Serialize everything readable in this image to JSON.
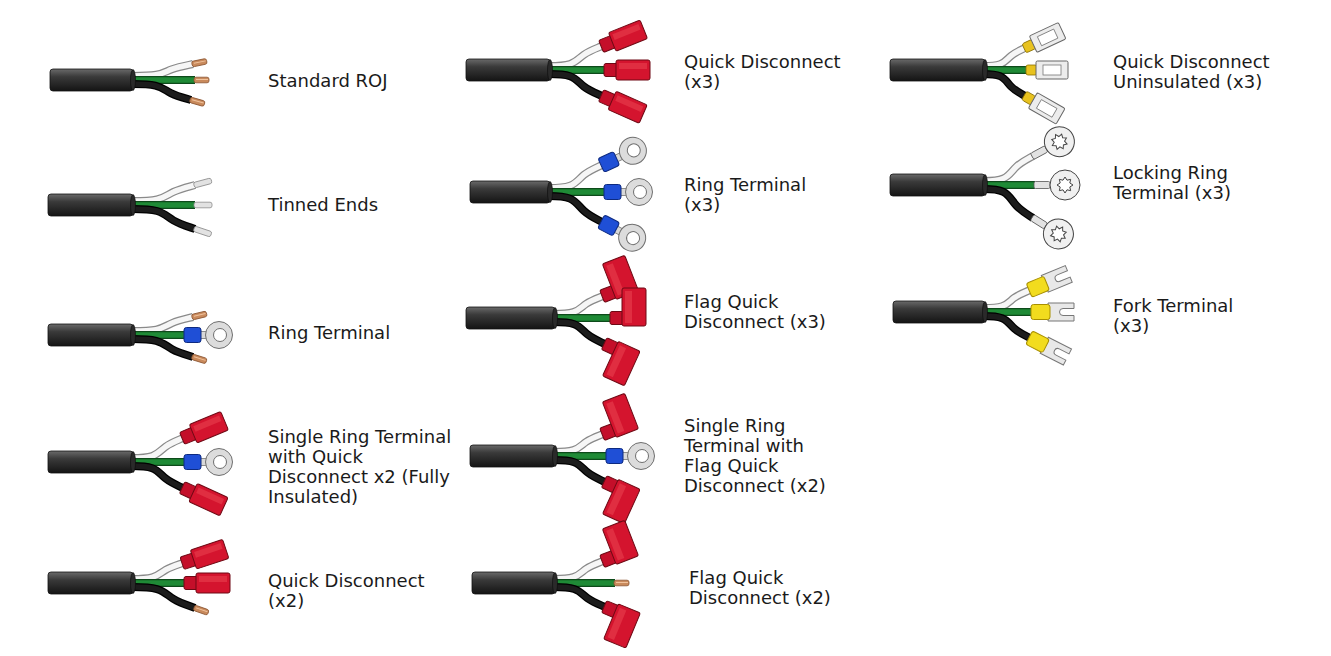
{
  "diagram": {
    "labels": [
      "Standard ROJ",
      "Quick Disconnect (x3)",
      "Quick Disconnect Uninsulated (x3)",
      "Tinned Ends",
      "Ring Terminal (x3)",
      "Locking Ring Terminal (x3)",
      "Ring Terminal",
      "Flag Quick Disconnect (x3)",
      "Fork Terminal (x3)",
      "Single Ring Terminal with Quick Disconnect x2 (Fully Insulated)",
      "Single Ring Terminal with Flag Quick Disconnect (x2)",
      "Quick Disconnect (x2)",
      "Flag Quick Disconnect (x2)"
    ]
  }
}
